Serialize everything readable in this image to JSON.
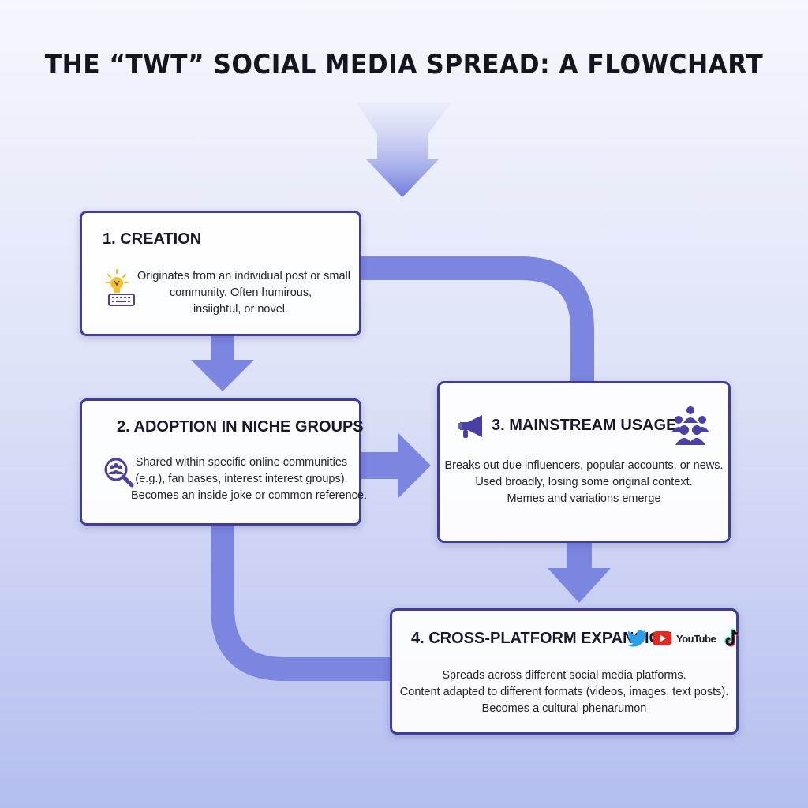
{
  "title": "THE “TWT” SOCIAL MEDIA SPREAD: A FLOWCHART",
  "steps": [
    {
      "title": "1. CREATION",
      "icon": "lightbulb-keyboard-icon",
      "lines": [
        "Originates from an individual post or small",
        "community. Often humirous,",
        "insiightul, or novel."
      ]
    },
    {
      "title": "2. ADOPTION IN NICHE GROUPS",
      "icon": "group-search-icon",
      "lines": [
        "Shared within specific online communities",
        "(e.g.), fan bases, interest interest groups).",
        "Becomes an inside joke or common reference."
      ]
    },
    {
      "title": "3. MAINSTREAM USAGE",
      "icon": "megaphone-icon",
      "icon2": "crowd-icon",
      "lines": [
        "Breaks out due influencers, popular accounts, or news.",
        "Used broadly, losing some original context.",
        "Memes and variations emerge"
      ]
    },
    {
      "title": "4. CROSS-PLATFORM EXPANSION",
      "icons": [
        "twitter-bird-icon",
        "youtube-icon",
        "tiktok-icon"
      ],
      "youtube_label": "YouTube",
      "lines": [
        "Spreads across different social media platforms.",
        "Content adapted to different formats (videos, images, text posts).",
        "Becomes a cultural phenarumon"
      ]
    }
  ],
  "colors": {
    "arrow": "#7b86e0",
    "arrow_light": "#a9b2ee",
    "border": "#3f3c9a",
    "icon_purple": "#4a3fa3",
    "bulb": "#f2b927"
  }
}
